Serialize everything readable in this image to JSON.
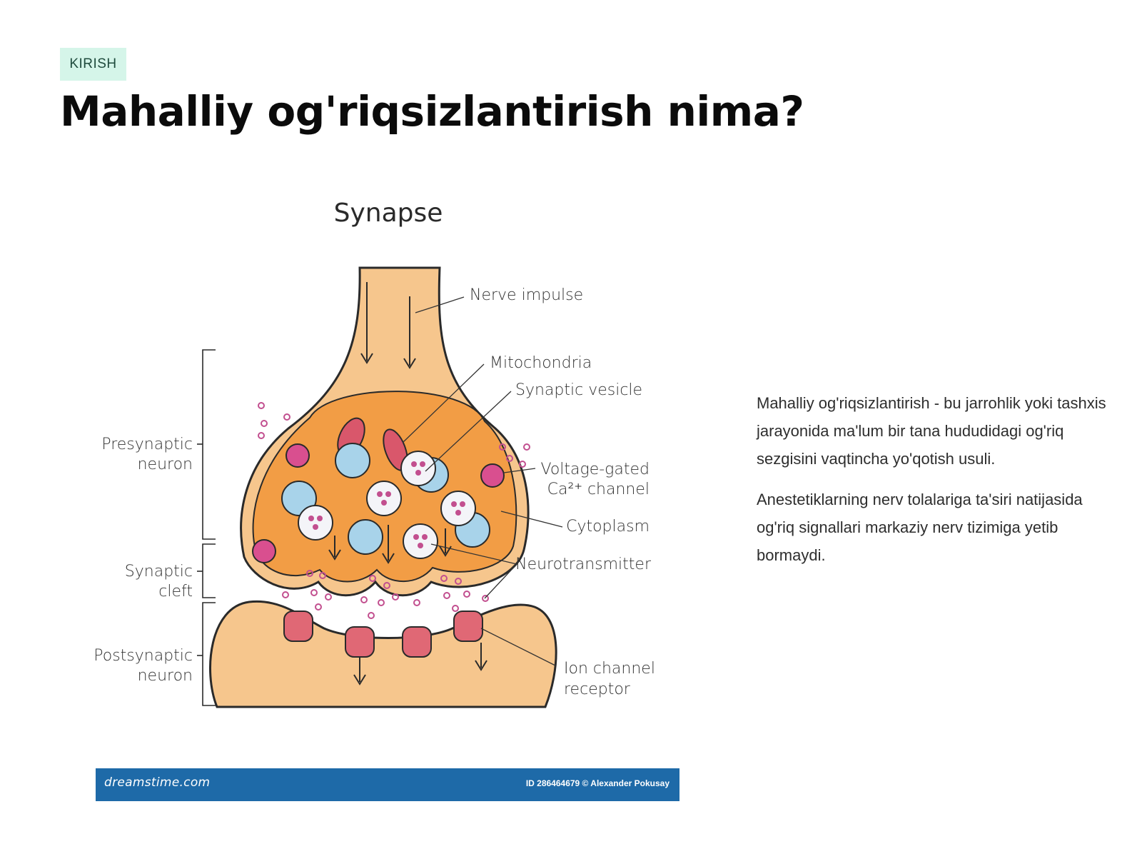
{
  "badge": "KIRISH",
  "title": "Mahalliy og'riqsizlantirish nima?",
  "figure": {
    "heading": "Synapse",
    "labels": {
      "nerve_impulse": "Nerve impulse",
      "mitochondria": "Mitochondria",
      "synaptic_vesicle": "Synaptic vesicle",
      "voltage_gated_1": "Voltage-gated",
      "voltage_gated_2": "Ca²⁺ channel",
      "cytoplasm": "Cytoplasm",
      "neurotransmitter": "Neurotransmitter",
      "ion_channel_1": "Ion channel",
      "ion_channel_2": "receptor",
      "presynaptic_1": "Presynaptic",
      "presynaptic_2": "neuron",
      "cleft_1": "Synaptic",
      "cleft_2": "cleft",
      "postsynaptic_1": "Postsynaptic",
      "postsynaptic_2": "neuron"
    },
    "watermark_brand": "dreamstime.com",
    "watermark_credit": "ID 286464679 © Alexander Pokusay"
  },
  "paragraphs": [
    "Mahalliy og'riqsizlantirish - bu jarrohlik yoki tashxis jarayonida ma'lum bir tana hududidagi og'riq sezgisini vaqtincha yo'qotish usuli.",
    "Anestetiklarning nerv tolalariga ta'siri natijasida og'riq signallari markaziy nerv tizimiga yetib bormaydi."
  ]
}
